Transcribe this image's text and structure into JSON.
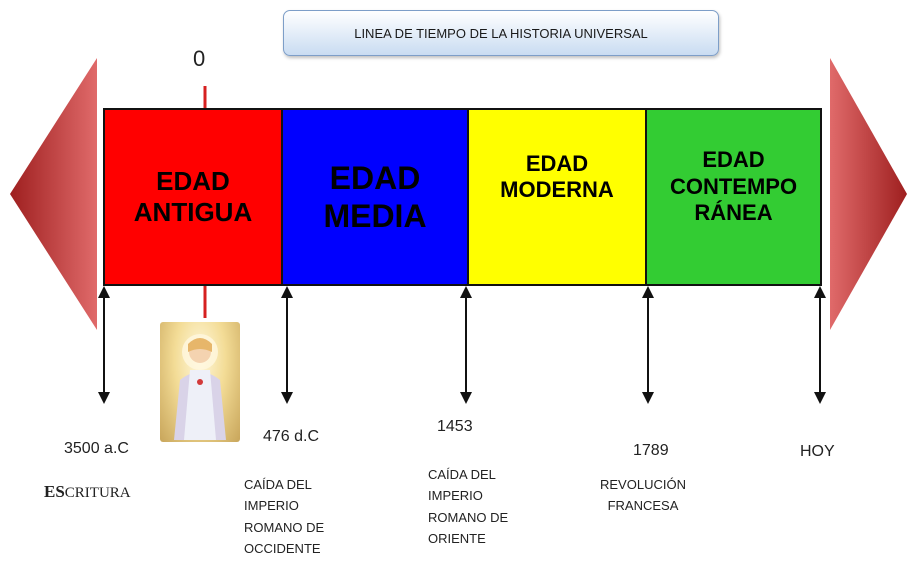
{
  "title": "LINEA DE TIEMPO DE LA HISTORIA UNIVERSAL",
  "zero_label": "0",
  "colors": {
    "antigua": "#ff0000",
    "media": "#0000ff",
    "moderna": "#ffff00",
    "contemporanea": "#33cc33",
    "arrow": "#b92c2c"
  },
  "eras": [
    {
      "label": "EDAD\nANTIGUA",
      "text_color": "#111111"
    },
    {
      "label": "EDAD\nMEDIA",
      "text_color": "#111111"
    },
    {
      "label": "EDAD\nMODERNA",
      "text_color": "#111111"
    },
    {
      "label": "EDAD\nCONTEMPO\nRÁNEA",
      "text_color": "#111111"
    }
  ],
  "dates": [
    "3500 a.C",
    "476 d.C",
    "1453",
    "1789",
    "HOY"
  ],
  "events": {
    "escritura_bold": "ES",
    "escritura_rest": "CRITURA",
    "caida_occidente": "CAÍDA DEL\nIMPERIO\nROMANO DE\nOCCIDENTE",
    "caida_oriente": "CAÍDA DEL\nIMPERIO\nROMANO DE\nORIENTE",
    "revolucion": "REVOLUCIÓN\nFRANCESA"
  }
}
